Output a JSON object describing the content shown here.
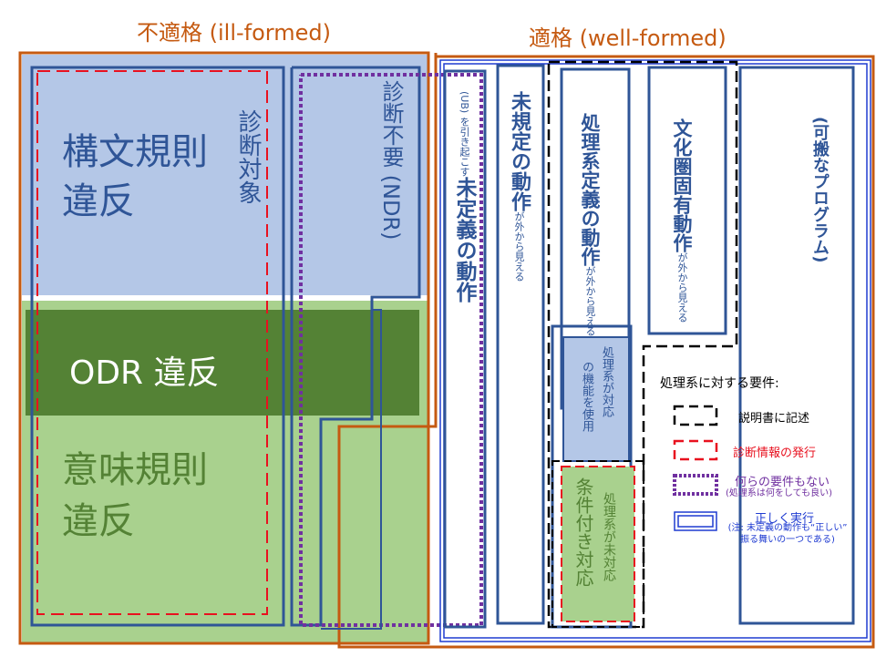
{
  "headings": {
    "ill_formed": "不適格 (ill-formed)",
    "well_formed": "適格 (well-formed)"
  },
  "left": {
    "syntax_violation": "構文規則\n違反",
    "diagnosis_target": "診断対象",
    "odr_violation": "ODR 違反",
    "semantic_violation": "意味規則\n違反",
    "ndr": "診断不要 (NDR)"
  },
  "columns": {
    "ub": {
      "title": "未定義の動作",
      "sub": " (UB) を引き起こす"
    },
    "unspecified": {
      "title": "未規定の動作",
      "sub": "が外から見える"
    },
    "impl_defined": {
      "title": "処理系定義の動作",
      "sub": "が外から見える"
    },
    "culture_defined": {
      "title": "文化圏固有動作",
      "sub": "が外から見える"
    },
    "portable": {
      "title": "(可搬なプログラム)"
    },
    "conditional": {
      "title": "条件付き対応",
      "sub": "処理系が未対応"
    },
    "feature": {
      "title": "の機能を使用",
      "sub": "処理系が対応"
    }
  },
  "legend": {
    "title": "処理系に対する要件:",
    "items": [
      {
        "label": "説明書に記述",
        "color": "#000000"
      },
      {
        "label": "診断情報の発行",
        "color": "#e8111f"
      },
      {
        "label": "何らの要件もない",
        "note": "(処理系は何をしても良い)",
        "color": "#7030a0"
      },
      {
        "label": "正しく実行",
        "note": "(注: 未定義の動作も“正しい”\n振る舞いの一つである)",
        "color": "#1f3bd1"
      }
    ]
  },
  "colors": {
    "orange": "#c55a11",
    "syntax_fill": "#b4c7e7",
    "semantic_fill": "#a9d18e",
    "odr_fill": "#548235",
    "outline_blue": "#2f5597",
    "dashed_red": "#e8111f",
    "dotted_purple": "#7030a0",
    "double_blue": "#1f3bd1"
  }
}
